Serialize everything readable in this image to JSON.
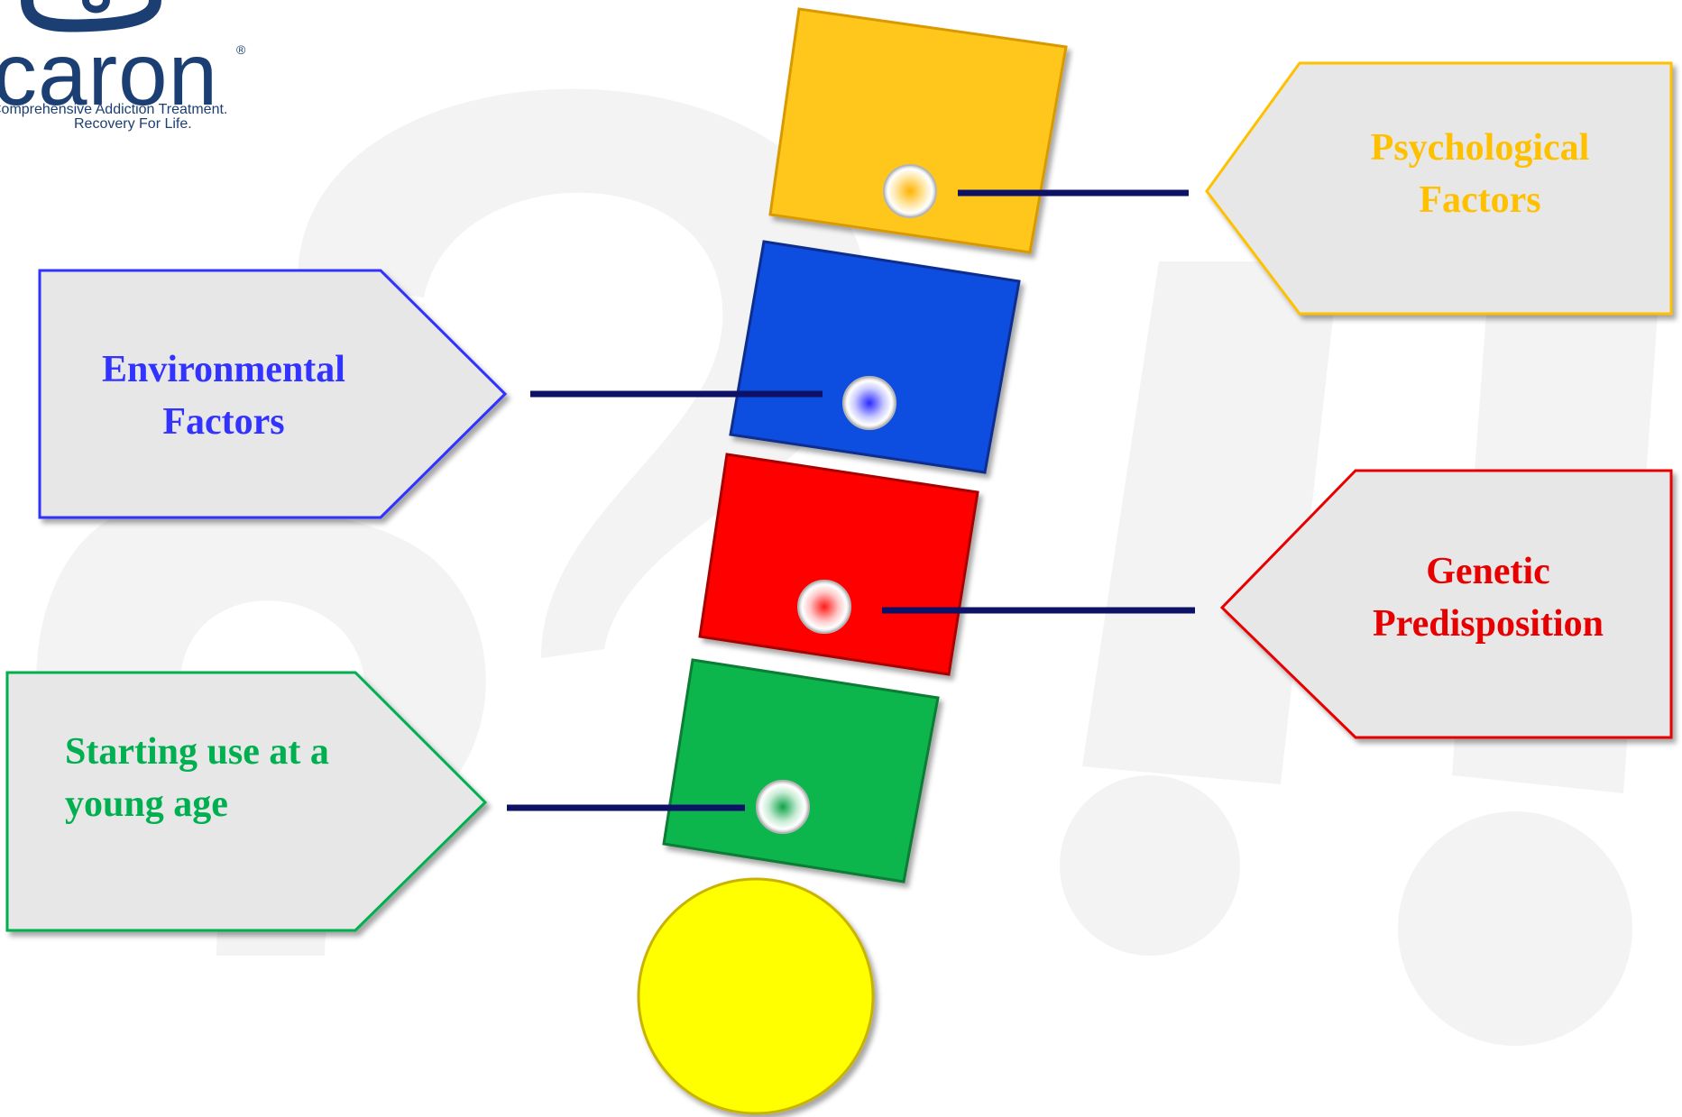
{
  "logo": {
    "name": "caron",
    "tagline_line1": "Comprehensive Addiction Treatment.",
    "tagline_line2": "Recovery For Life.",
    "registered": "®",
    "color": "#1c3f73"
  },
  "factors": [
    {
      "line1": "Psychological",
      "line2": "Factors",
      "color": "#ffc000",
      "block": "#ffc61a",
      "dot": "#ffb300"
    },
    {
      "line1": "Environmental",
      "line2": "Factors",
      "color": "#3333ff",
      "block": "#0a4ddf",
      "dot": "#2a2aff"
    },
    {
      "line1": "Genetic",
      "line2": "Predisposition",
      "color": "#e80000",
      "block": "#ff0000",
      "dot": "#ff2020"
    },
    {
      "line1": "Starting use at a",
      "line2": "young age",
      "color": "#00b050",
      "block": "#0ab64d",
      "dot": "#11a34a"
    }
  ],
  "colors": {
    "connector": "#0d1266",
    "callout_fill": "#e7e7e7",
    "watermark": "#f3f3f3",
    "base_circle": "#ffff00"
  }
}
